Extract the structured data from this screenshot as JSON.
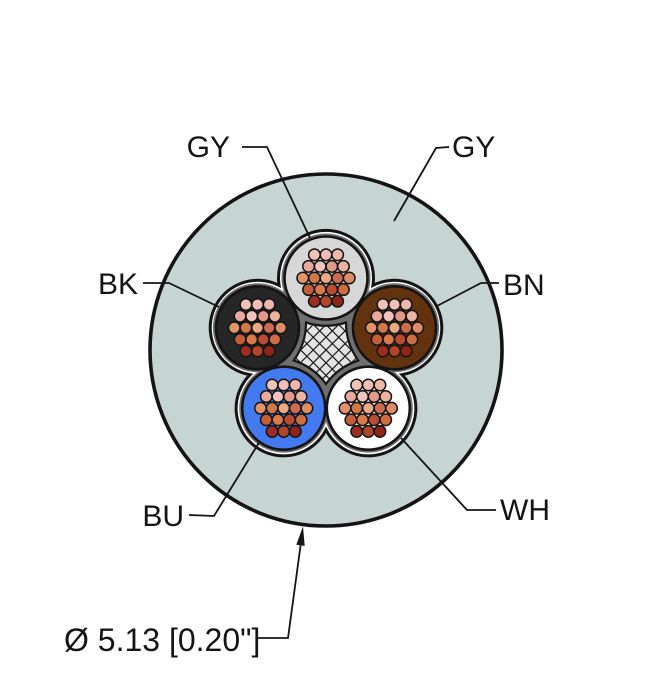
{
  "figure": {
    "labels": {
      "core_gy": "GY",
      "jacket_gy": "GY",
      "core_bk": "BK",
      "core_bn": "BN",
      "core_bu": "BU",
      "core_wh": "WH",
      "diameter": "Ø 5.13 [0.20\"]"
    },
    "cores_count": 5,
    "strands_per_core": 19,
    "colors": {
      "outline": "#141414",
      "jacket": "#c7d5d2",
      "band": "#ffffff",
      "interstitial": "#6f6f6f",
      "center_filler": "#e3e3e3",
      "core_gy": "#d7d7d7",
      "core_bk": "#262626",
      "core_bn": "#63330f",
      "core_bu": "#447af0",
      "core_wh": "#ffffff"
    },
    "strand_colors": [
      "#efc3b5",
      "#f2bdb8",
      "#eeb7ab",
      "#eba99d",
      "#f2c3bd",
      "#e39a8b",
      "#ecb3a1",
      "#e29468",
      "#d1784a",
      "#eaa887",
      "#cd6b50",
      "#dd8d66",
      "#c55e36",
      "#d87a4a",
      "#ba4a31",
      "#d06c42",
      "#9d2d20",
      "#b0452a",
      "#8f2418"
    ]
  }
}
